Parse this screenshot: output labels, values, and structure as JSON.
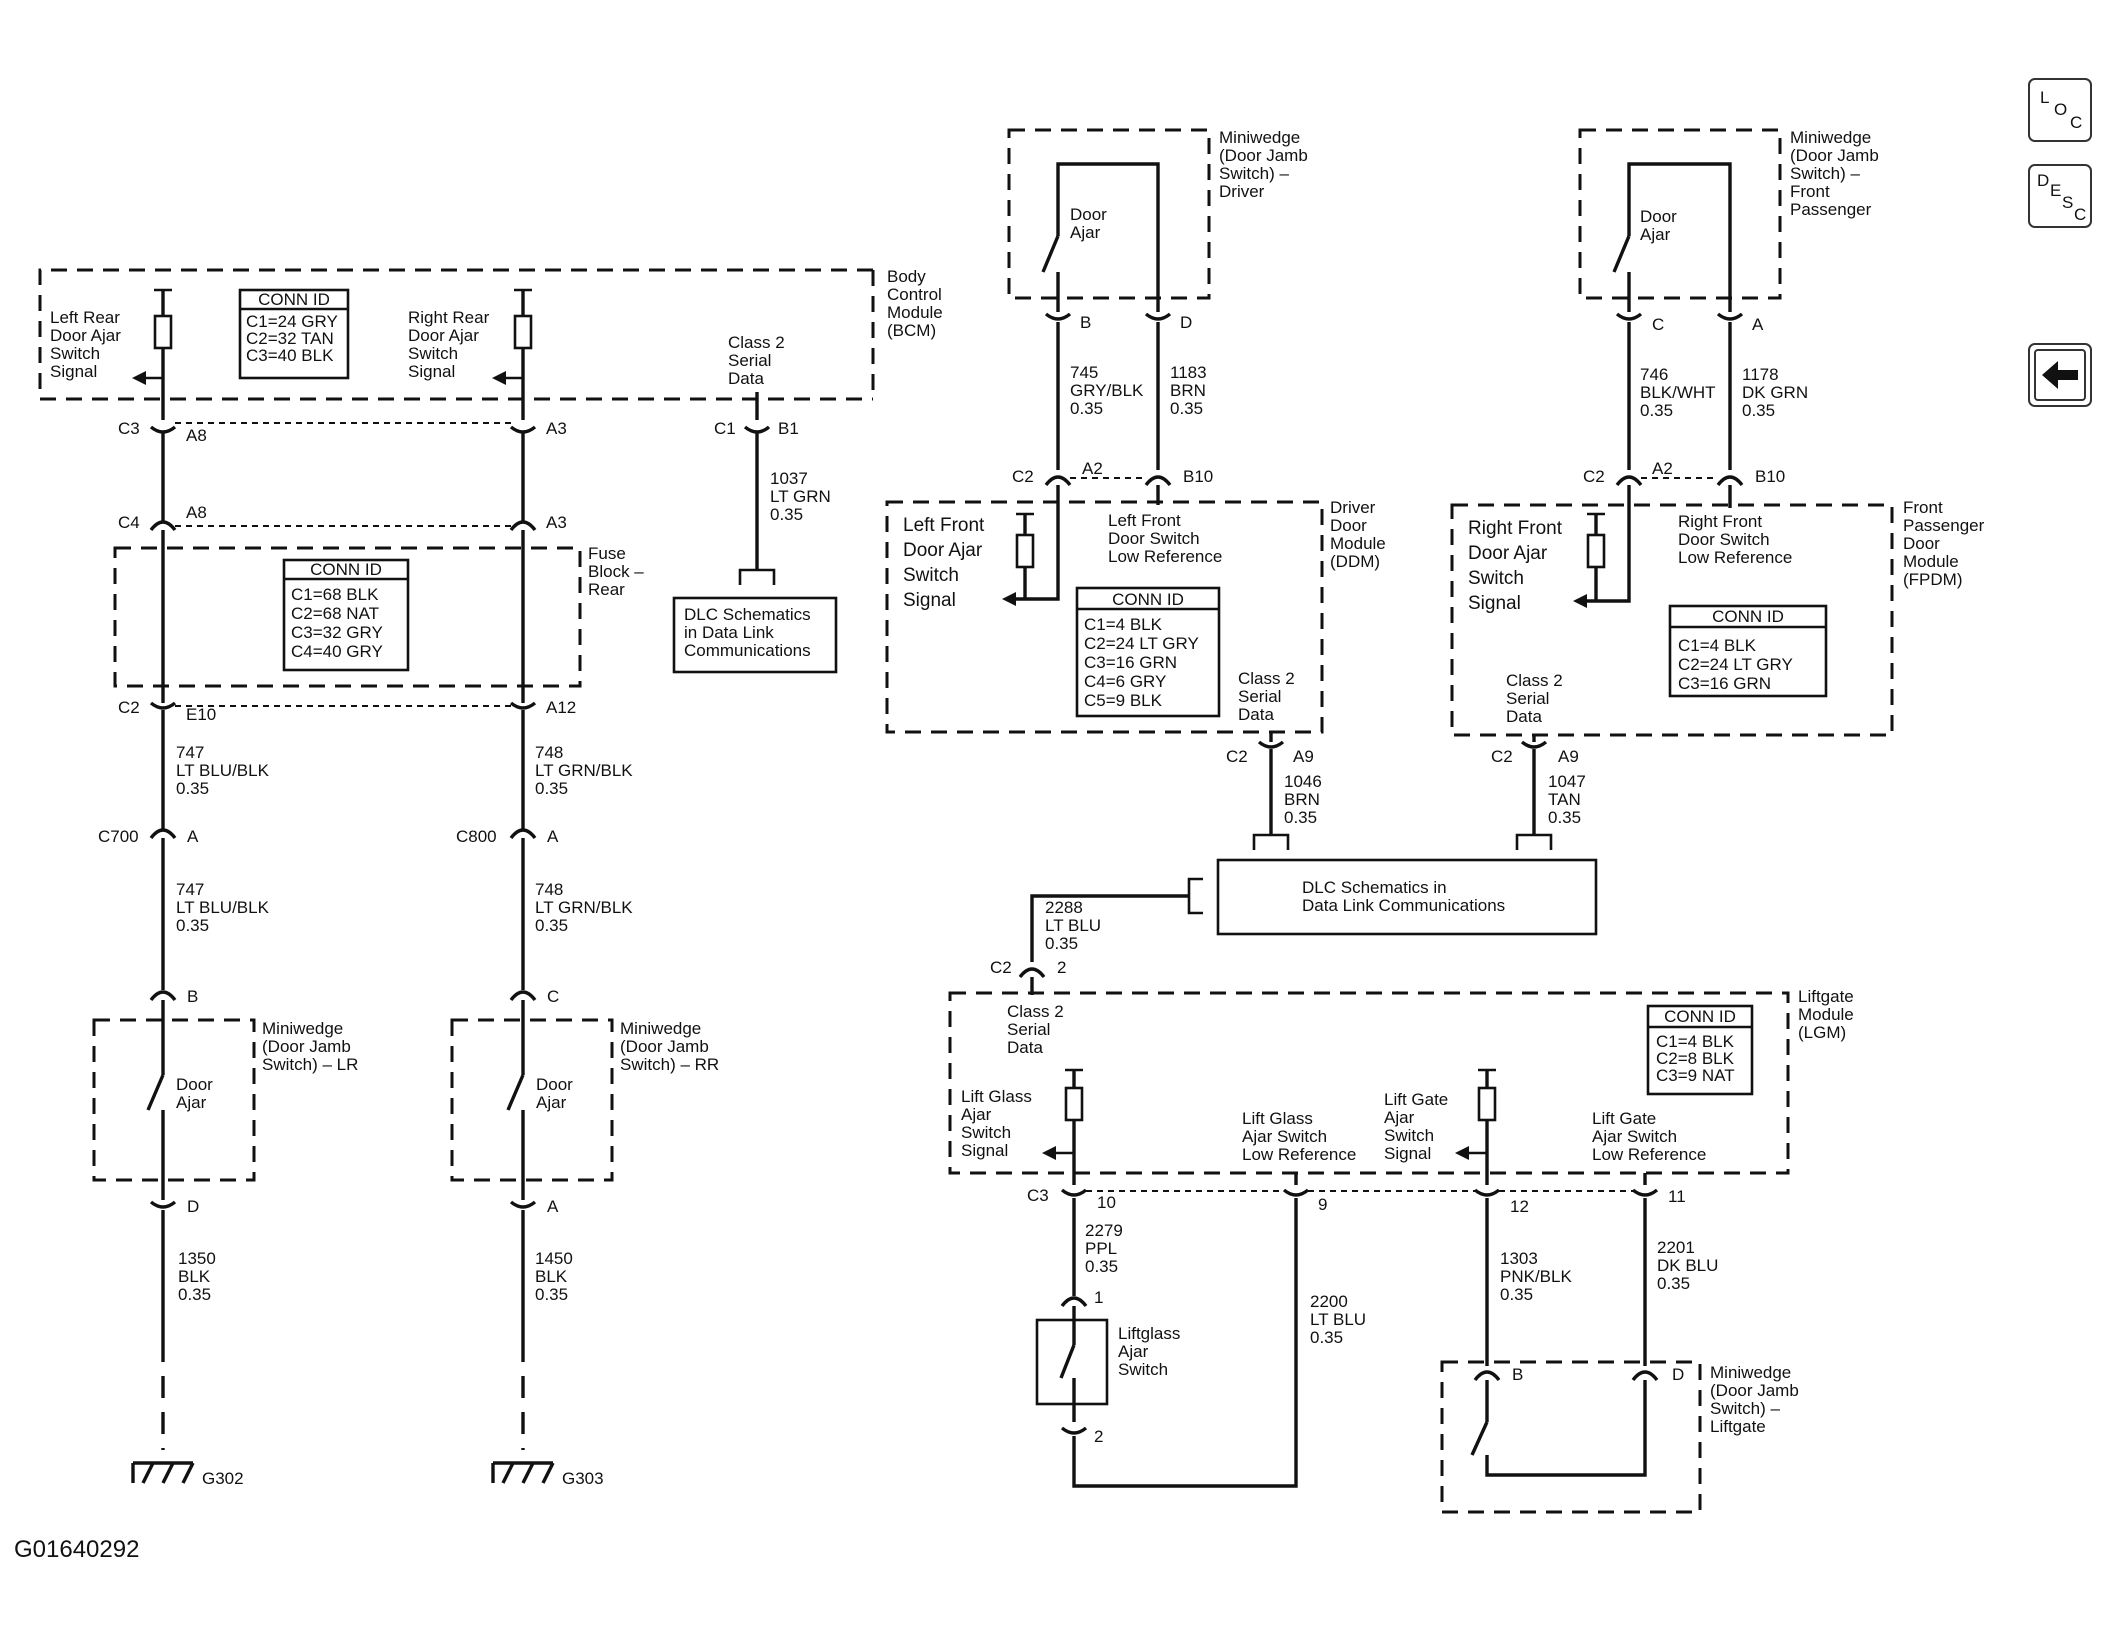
{
  "nav": {
    "loc": "LOC",
    "desc": "DESC",
    "back": "back-arrow-icon"
  },
  "figure_id": "G01640292",
  "bcm": {
    "name": "Body\nControl\nModule\n(BCM)",
    "conn_header": "CONN ID",
    "conn": [
      "C1=24 GRY",
      "C2=32 TAN",
      "C3=40 BLK"
    ],
    "left_signal": "Left Rear\nDoor Ajar\nSwitch\nSignal",
    "right_signal": "Right Rear\nDoor Ajar\nSwitch\nSignal",
    "serial": "Class 2\nSerial\nData"
  },
  "fuse": {
    "name": "Fuse\nBlock –\nRear",
    "conn_header": "CONN ID",
    "conn": [
      "C1=68 BLK",
      "C2=68 NAT",
      "C3=32 GRY",
      "C4=40 GRY"
    ]
  },
  "pins": {
    "lr_c3": "C3",
    "lr_a8a": "A8",
    "rr_a3a": "A3",
    "lr_c4": "C4",
    "lr_a8b": "A8",
    "rr_a3b": "A3",
    "lr_c2": "C2",
    "lr_e10": "E10",
    "rr_a12": "A12",
    "lr_c700": "C700",
    "lr_a": "A",
    "rr_c800": "C800",
    "rr_a": "A",
    "lr_b": "B",
    "rr_c": "C",
    "lr_d": "D",
    "rr_a2": "A",
    "dlc_c1": "C1",
    "dlc_b1": "B1",
    "ddm_b": "B",
    "ddm_d": "D",
    "ddm_c2": "C2",
    "ddm_a2": "A2",
    "ddm_b10": "B10",
    "ddm_c2b": "C2",
    "ddm_a9": "A9",
    "fp_c": "C",
    "fp_a": "A",
    "fp_c2": "C2",
    "fp_a2": "A2",
    "fp_b10": "B10",
    "fp_c2b": "C2",
    "fp_a9": "A9",
    "lgm_c2": "C2",
    "lgm_2": "2",
    "lgm_c3": "C3",
    "lgm_10": "10",
    "lgm_9": "9",
    "lgm_12": "12",
    "lgm_11": "11",
    "lg_1": "1",
    "lg_2": "2",
    "lgd_b": "B",
    "lgd_d": "D"
  },
  "wires": {
    "w747a": "747\nLT BLU/BLK\n0.35",
    "w748a": "748\nLT GRN/BLK\n0.35",
    "w747b": "747\nLT BLU/BLK\n0.35",
    "w748b": "748\nLT GRN/BLK\n0.35",
    "w1350": "1350\nBLK\n0.35",
    "w1450": "1450\nBLK\n0.35",
    "w1037": "1037\nLT GRN\n0.35",
    "w745": "745\nGRY/BLK\n0.35",
    "w1183": "1183\nBRN\n0.35",
    "w746": "746\nBLK/WHT\n0.35",
    "w1178": "1178\nDK GRN\n0.35",
    "w1046": "1046\nBRN\n0.35",
    "w1047": "1047\nTAN\n0.35",
    "w2288": "2288\nLT BLU\n0.35",
    "w2279": "2279\nPPL\n0.35",
    "w2200": "2200\nLT BLU\n0.35",
    "w1303": "1303\nPNK/BLK\n0.35",
    "w2201": "2201\nDK BLU\n0.35"
  },
  "grounds": {
    "g302": "G302",
    "g303": "G303"
  },
  "miniwedge_lr": {
    "name": "Miniwedge\n(Door Jamb\nSwitch) – LR",
    "switch": "Door\nAjar"
  },
  "miniwedge_rr": {
    "name": "Miniwedge\n(Door Jamb\nSwitch) – RR",
    "switch": "Door\nAjar"
  },
  "miniwedge_driver": {
    "name": "Miniwedge\n(Door Jamb\nSwitch) –\nDriver",
    "switch": "Door\nAjar"
  },
  "miniwedge_fp": {
    "name": "Miniwedge\n(Door Jamb\nSwitch) –\nFront\nPassenger",
    "switch": "Door\nAjar"
  },
  "miniwedge_lg": {
    "name": "Miniwedge\n(Door Jamb\nSwitch) –\nLiftgate"
  },
  "dlc1": "DLC Schematics\nin Data Link\nCommunications",
  "dlc2": "DLC Schematics in\nData Link Communications",
  "ddm": {
    "name": "Driver\nDoor\nModule\n(DDM)",
    "signal": "Left Front\nDoor Ajar\nSwitch\nSignal",
    "lowref": "Left Front\nDoor Switch\nLow Reference",
    "serial": "Class 2\nSerial\nData",
    "conn_header": "CONN ID",
    "conn": [
      "C1=4 BLK",
      "C2=24 LT GRY",
      "C3=16 GRN",
      "C4=6 GRY",
      "C5=9 BLK"
    ]
  },
  "fpdm": {
    "name": "Front\nPassenger\nDoor\nModule\n(FPDM)",
    "signal": "Right Front\nDoor Ajar\nSwitch\nSignal",
    "lowref": "Right Front\nDoor Switch\nLow Reference",
    "serial": "Class 2\nSerial\nData",
    "conn_header": "CONN ID",
    "conn": [
      "C1=4 BLK",
      "C2=24 LT GRY",
      "C3=16 GRN"
    ]
  },
  "lgm": {
    "name": "Liftgate\nModule\n(LGM)",
    "serial": "Class 2\nSerial\nData",
    "lg_signal": "Lift Glass\nAjar\nSwitch\nSignal",
    "lg_lowref": "Lift Glass\nAjar Switch\nLow Reference",
    "lgate_signal": "Lift Gate\nAjar\nSwitch\nSignal",
    "lgate_lowref": "Lift Gate\nAjar Switch\nLow Reference",
    "conn_header": "CONN ID",
    "conn": [
      "C1=4 BLK",
      "C2=8 BLK",
      "C3=9 NAT"
    ]
  },
  "liftglass_switch": "Liftglass\nAjar\nSwitch"
}
